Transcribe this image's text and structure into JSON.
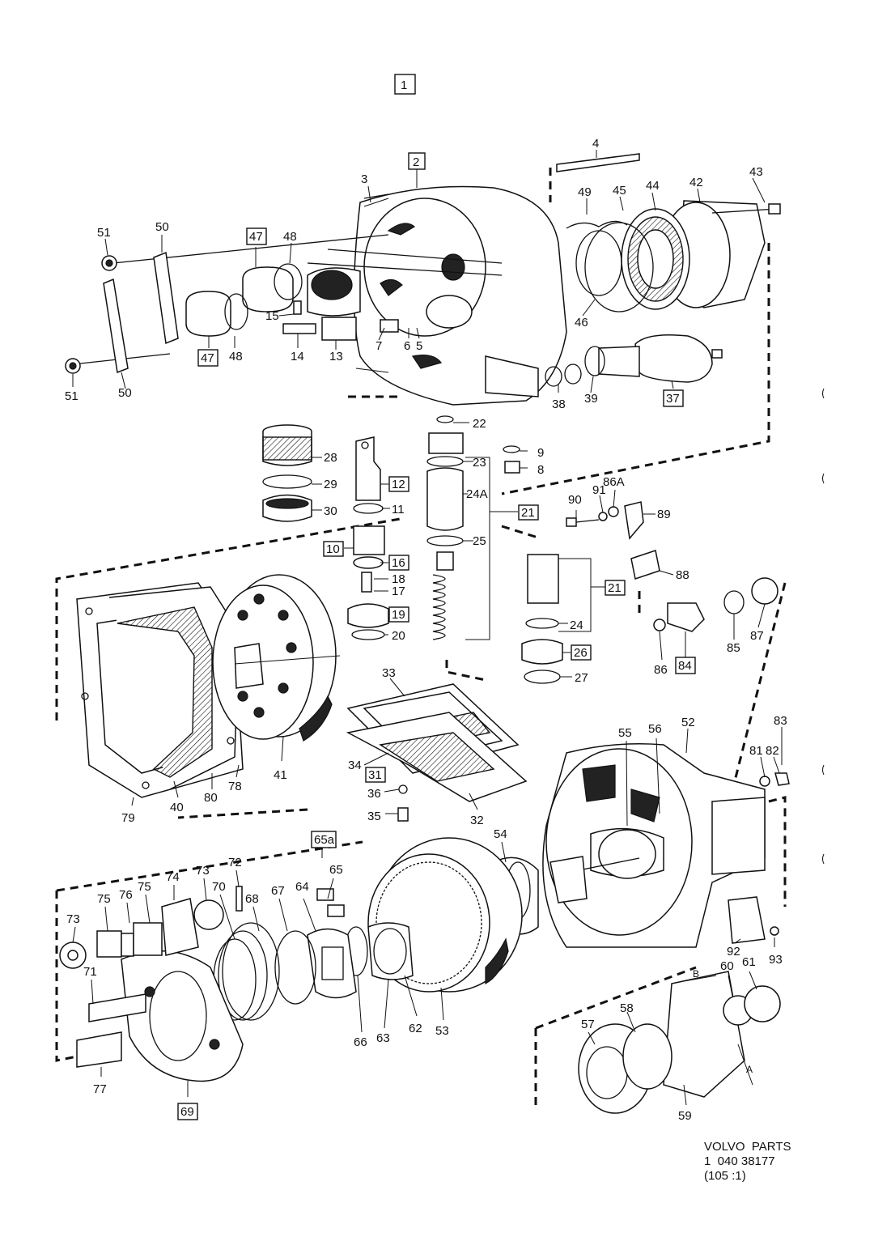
{
  "figure_number": "1",
  "callouts": [
    {
      "id": "c1",
      "text": "1",
      "boxed": true
    },
    {
      "id": "c2",
      "text": "2",
      "boxed": true
    },
    {
      "id": "c3",
      "text": "3"
    },
    {
      "id": "c4",
      "text": "4"
    },
    {
      "id": "c5",
      "text": "5"
    },
    {
      "id": "c6",
      "text": "6"
    },
    {
      "id": "c7",
      "text": "7"
    },
    {
      "id": "c8",
      "text": "8"
    },
    {
      "id": "c9",
      "text": "9"
    },
    {
      "id": "c10",
      "text": "10",
      "boxed": true
    },
    {
      "id": "c11",
      "text": "11"
    },
    {
      "id": "c12",
      "text": "12",
      "boxed": true
    },
    {
      "id": "c13",
      "text": "13"
    },
    {
      "id": "c14",
      "text": "14"
    },
    {
      "id": "c15",
      "text": "15"
    },
    {
      "id": "c16",
      "text": "16",
      "boxed": true
    },
    {
      "id": "c17",
      "text": "17"
    },
    {
      "id": "c18",
      "text": "18"
    },
    {
      "id": "c19",
      "text": "19",
      "boxed": true
    },
    {
      "id": "c20",
      "text": "20"
    },
    {
      "id": "c21a",
      "text": "21",
      "boxed": true
    },
    {
      "id": "c21b",
      "text": "21",
      "boxed": true
    },
    {
      "id": "c22",
      "text": "22"
    },
    {
      "id": "c23",
      "text": "23"
    },
    {
      "id": "c24",
      "text": "24"
    },
    {
      "id": "c24A",
      "text": "24A"
    },
    {
      "id": "c25",
      "text": "25"
    },
    {
      "id": "c26",
      "text": "26",
      "boxed": true
    },
    {
      "id": "c27",
      "text": "27"
    },
    {
      "id": "c28",
      "text": "28"
    },
    {
      "id": "c29",
      "text": "29"
    },
    {
      "id": "c30",
      "text": "30"
    },
    {
      "id": "c31",
      "text": "31",
      "boxed": true
    },
    {
      "id": "c32",
      "text": "32"
    },
    {
      "id": "c33",
      "text": "33"
    },
    {
      "id": "c34",
      "text": "34"
    },
    {
      "id": "c35",
      "text": "35"
    },
    {
      "id": "c36",
      "text": "36"
    },
    {
      "id": "c37",
      "text": "37",
      "boxed": true
    },
    {
      "id": "c38",
      "text": "38"
    },
    {
      "id": "c39",
      "text": "39"
    },
    {
      "id": "c40",
      "text": "40"
    },
    {
      "id": "c41",
      "text": "41"
    },
    {
      "id": "c42",
      "text": "42"
    },
    {
      "id": "c43",
      "text": "43"
    },
    {
      "id": "c44",
      "text": "44"
    },
    {
      "id": "c45",
      "text": "45"
    },
    {
      "id": "c46",
      "text": "46"
    },
    {
      "id": "c47a",
      "text": "47",
      "boxed": true
    },
    {
      "id": "c47b",
      "text": "47",
      "boxed": true
    },
    {
      "id": "c48a",
      "text": "48"
    },
    {
      "id": "c48b",
      "text": "48"
    },
    {
      "id": "c49",
      "text": "49"
    },
    {
      "id": "c50a",
      "text": "50"
    },
    {
      "id": "c50b",
      "text": "50"
    },
    {
      "id": "c51a",
      "text": "51"
    },
    {
      "id": "c51b",
      "text": "51"
    },
    {
      "id": "c52",
      "text": "52"
    },
    {
      "id": "c53",
      "text": "53"
    },
    {
      "id": "c54",
      "text": "54"
    },
    {
      "id": "c55",
      "text": "55"
    },
    {
      "id": "c56",
      "text": "56"
    },
    {
      "id": "c57",
      "text": "57"
    },
    {
      "id": "c58",
      "text": "58"
    },
    {
      "id": "c59",
      "text": "59"
    },
    {
      "id": "c60",
      "text": "60"
    },
    {
      "id": "c61",
      "text": "61"
    },
    {
      "id": "c62",
      "text": "62"
    },
    {
      "id": "c63",
      "text": "63"
    },
    {
      "id": "c64",
      "text": "64"
    },
    {
      "id": "c65",
      "text": "65"
    },
    {
      "id": "c65a",
      "text": "65a",
      "boxed": true
    },
    {
      "id": "c66",
      "text": "66"
    },
    {
      "id": "c67",
      "text": "67"
    },
    {
      "id": "c68",
      "text": "68"
    },
    {
      "id": "c69",
      "text": "69",
      "boxed": true
    },
    {
      "id": "c70",
      "text": "70"
    },
    {
      "id": "c71",
      "text": "71"
    },
    {
      "id": "c72",
      "text": "72"
    },
    {
      "id": "c73a",
      "text": "73"
    },
    {
      "id": "c73b",
      "text": "73"
    },
    {
      "id": "c74",
      "text": "74"
    },
    {
      "id": "c75a",
      "text": "75"
    },
    {
      "id": "c75b",
      "text": "75"
    },
    {
      "id": "c76",
      "text": "76"
    },
    {
      "id": "c77",
      "text": "77"
    },
    {
      "id": "c78",
      "text": "78"
    },
    {
      "id": "c79",
      "text": "79"
    },
    {
      "id": "c80",
      "text": "80"
    },
    {
      "id": "c81",
      "text": "81"
    },
    {
      "id": "c82",
      "text": "82"
    },
    {
      "id": "c83",
      "text": "83"
    },
    {
      "id": "c84",
      "text": "84",
      "boxed": true
    },
    {
      "id": "c85",
      "text": "85"
    },
    {
      "id": "c86",
      "text": "86"
    },
    {
      "id": "c86A",
      "text": "86A"
    },
    {
      "id": "c87",
      "text": "87"
    },
    {
      "id": "c88",
      "text": "88"
    },
    {
      "id": "c89",
      "text": "89"
    },
    {
      "id": "c90",
      "text": "90"
    },
    {
      "id": "c91",
      "text": "91"
    },
    {
      "id": "c92",
      "text": "92"
    },
    {
      "id": "c93",
      "text": "93"
    },
    {
      "id": "dimA",
      "text": "A"
    },
    {
      "id": "dimB",
      "text": "B"
    }
  ],
  "footer": {
    "brand": "VOLVO  PARTS",
    "ref": "1  040 38177",
    "scale": "(105 :1)"
  }
}
